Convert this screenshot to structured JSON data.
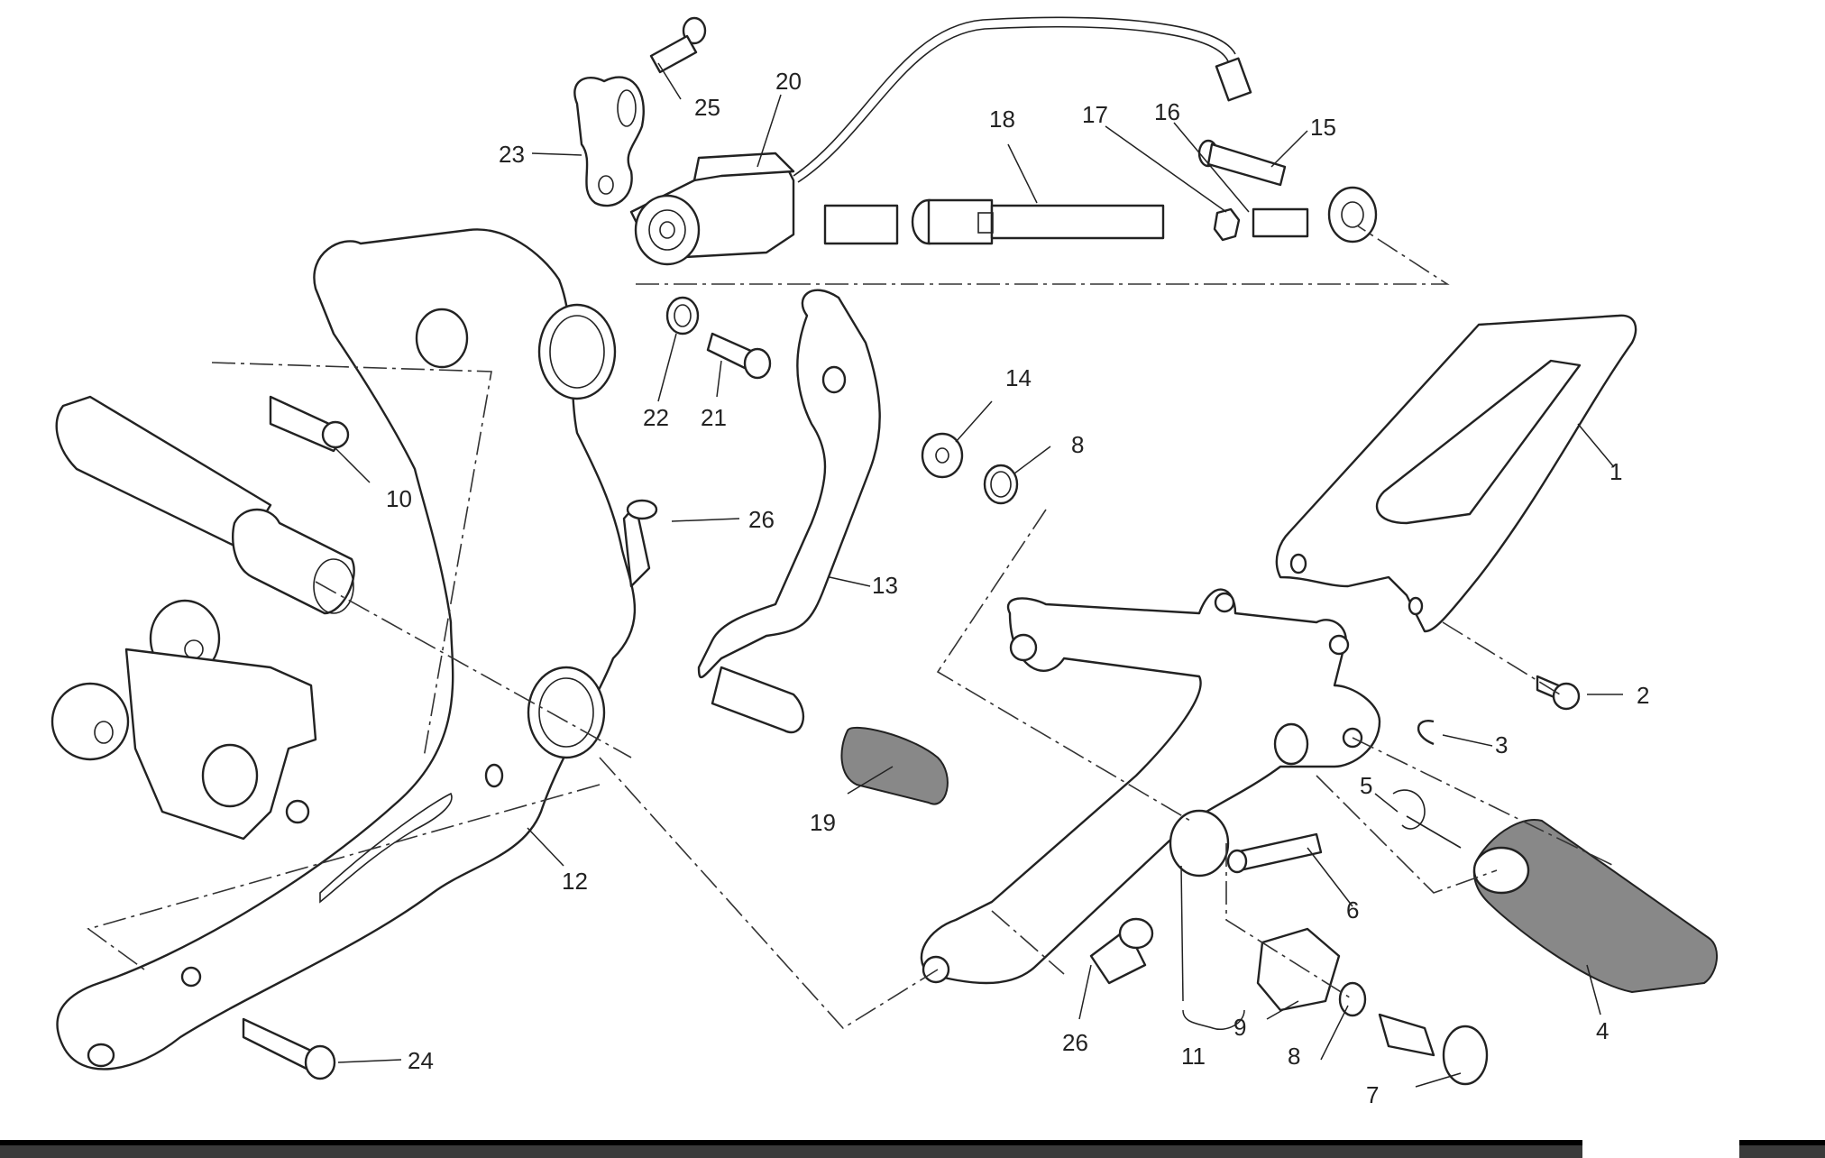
{
  "diagram": {
    "title": "Footpeg assembly exploded view",
    "callouts": [
      {
        "id": "c1",
        "label": "1"
      },
      {
        "id": "c2",
        "label": "2"
      },
      {
        "id": "c3",
        "label": "3"
      },
      {
        "id": "c4",
        "label": "4"
      },
      {
        "id": "c5",
        "label": "5"
      },
      {
        "id": "c6",
        "label": "6"
      },
      {
        "id": "c7",
        "label": "7"
      },
      {
        "id": "c8a",
        "label": "8"
      },
      {
        "id": "c8b",
        "label": "8"
      },
      {
        "id": "c9",
        "label": "9"
      },
      {
        "id": "c10",
        "label": "10"
      },
      {
        "id": "c11",
        "label": "11"
      },
      {
        "id": "c12",
        "label": "12"
      },
      {
        "id": "c13",
        "label": "13"
      },
      {
        "id": "c14",
        "label": "14"
      },
      {
        "id": "c15",
        "label": "15"
      },
      {
        "id": "c16",
        "label": "16"
      },
      {
        "id": "c17",
        "label": "17"
      },
      {
        "id": "c18",
        "label": "18"
      },
      {
        "id": "c19",
        "label": "19"
      },
      {
        "id": "c20",
        "label": "20"
      },
      {
        "id": "c21",
        "label": "21"
      },
      {
        "id": "c22",
        "label": "22"
      },
      {
        "id": "c23",
        "label": "23"
      },
      {
        "id": "c24",
        "label": "24"
      },
      {
        "id": "c25",
        "label": "25"
      },
      {
        "id": "c26a",
        "label": "26"
      },
      {
        "id": "c26b",
        "label": "26"
      }
    ]
  },
  "footer": {
    "bar_color": "#3a3a3a"
  }
}
